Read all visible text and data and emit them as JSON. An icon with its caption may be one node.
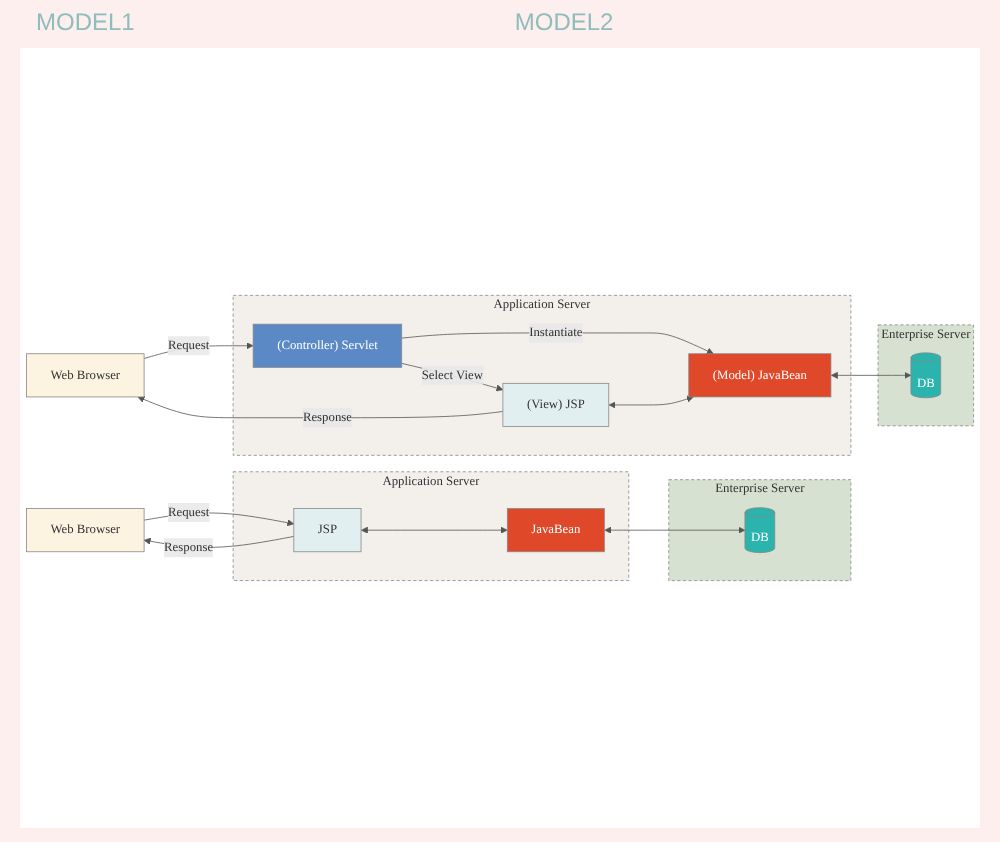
{
  "diagram": {
    "nodes": [
      {
        "text": [
          "Web Browser"
        ]
      },
      {
        "text": [
          "Application Server"
        ]
      },
      {
        "text": [
          "JSP"
        ],
        "in": 1
      },
      {
        "text": [
          "JavaBean"
        ],
        "in": 1
      },
      {
        "text": [
          "Enterprise Server"
        ]
      },
      {
        "text": [
          "DB"
        ],
        "in": 4
      },
      {
        "text": [
          "Web Browser"
        ]
      },
      {
        "text": [
          "Application Server"
        ]
      },
      {
        "text": [
          "(Controller) Servlet"
        ],
        "in": 7
      },
      {
        "text": [
          "(Model) JavaBean"
        ],
        "in": 7
      },
      {
        "text": [
          "(View) JSP"
        ],
        "in": 7
      },
      {
        "text": [
          "Enterprise Server"
        ]
      },
      {
        "text": [
          "DB"
        ],
        "in": 11
      }
    ],
    "edges": [
      {
        "from": 0,
        "to": 2,
        "arrow": "to",
        "label": "Request"
      },
      {
        "from": 2,
        "to": 0,
        "arrow": "to",
        "label": "Response"
      },
      {
        "from": 2,
        "to": 3,
        "arrow": "both"
      },
      {
        "from": 3,
        "to": 5,
        "arrow": "both"
      },
      {
        "from": 6,
        "to": 8,
        "arrow": "to",
        "label": "Request"
      },
      {
        "from": 8,
        "to": 9,
        "arrow": "to",
        "label": "Instantiate"
      },
      {
        "from": 8,
        "to": 10,
        "arrow": "to",
        "label": "Select View"
      },
      {
        "from": 10,
        "to": 9,
        "arrow": "both"
      },
      {
        "from": 9,
        "to": 12,
        "arrow": "both"
      },
      {
        "from": 10,
        "to": 6,
        "arrow": "to",
        "label": "Response"
      }
    ],
    "labels": [
      "MODEL1",
      "MODEL2"
    ]
  }
}
